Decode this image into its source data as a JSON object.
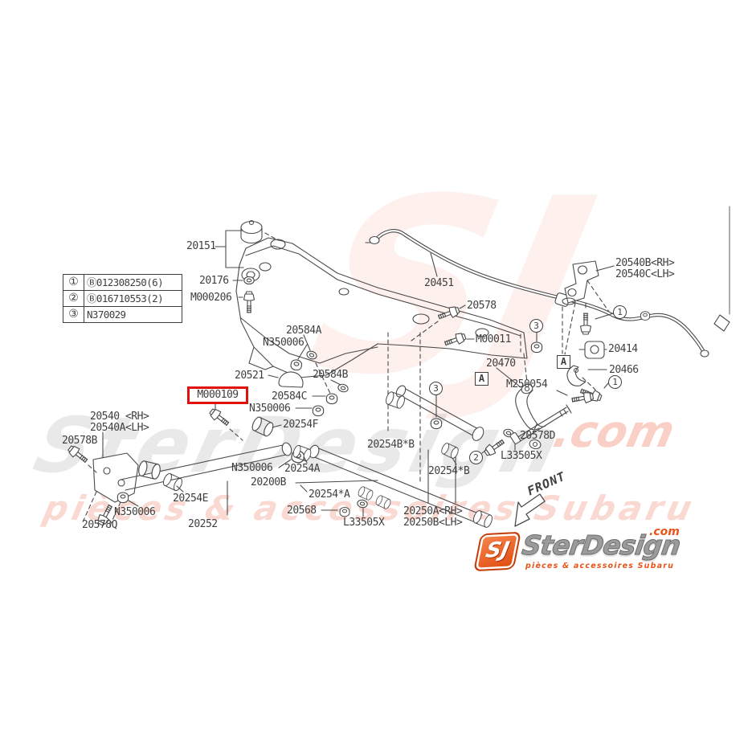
{
  "legend": {
    "rows": [
      {
        "num": "①",
        "part": "Ⓑ012308250(6)"
      },
      {
        "num": "②",
        "part": "Ⓑ016710553(2)"
      },
      {
        "num": "③",
        "part": "N370029"
      }
    ]
  },
  "labels": [
    {
      "text": "20151"
    },
    {
      "text": "20176"
    },
    {
      "text": "M000206"
    },
    {
      "text": "20584A"
    },
    {
      "text": "N350006"
    },
    {
      "text": "20521"
    },
    {
      "text": "20584B"
    },
    {
      "text": "20584C"
    },
    {
      "text": "N350006"
    },
    {
      "text": "20254F"
    },
    {
      "text": "20540 <RH>"
    },
    {
      "text": "20540A<LH>"
    },
    {
      "text": "20578B"
    },
    {
      "text": "20254E"
    },
    {
      "text": "N350006"
    },
    {
      "text": "20578Q"
    },
    {
      "text": "20252"
    },
    {
      "text": "N350006"
    },
    {
      "text": "20254A"
    },
    {
      "text": "20200B"
    },
    {
      "text": "20254*A"
    },
    {
      "text": "20568"
    },
    {
      "text": "L33505X"
    },
    {
      "text": "20254B*B"
    },
    {
      "text": "20250A<RH>"
    },
    {
      "text": "20250B<LH>"
    },
    {
      "text": "20254*B"
    },
    {
      "text": "M00011"
    },
    {
      "text": "20578"
    },
    {
      "text": "20451"
    },
    {
      "text": "20470"
    },
    {
      "text": "M250054"
    },
    {
      "text": "20578D"
    },
    {
      "text": "L33505X"
    },
    {
      "text": "20414"
    },
    {
      "text": "20466"
    },
    {
      "text": "20540B<RH>"
    },
    {
      "text": "20540C<LH>"
    }
  ],
  "highlight": {
    "text": "M000109",
    "color": "#e01210"
  },
  "markers": [
    {
      "n": "1"
    },
    {
      "n": "1"
    },
    {
      "n": "3"
    },
    {
      "n": "3"
    },
    {
      "n": "2"
    }
  ],
  "boxed": [
    {
      "t": "A"
    },
    {
      "t": "A"
    }
  ],
  "front_label": "FRONT",
  "watermark": {
    "monogram": "SJ",
    "name": "SterDesign",
    "tld": ".com",
    "tagline": "pièces & accessoires Subaru"
  },
  "logo": {
    "monogram": "SJ",
    "name": "SterDesign",
    "tld": ".com",
    "tagline": "pièces & accessoires Subaru"
  },
  "colors": {
    "line": "#4a4a4a",
    "highlight": "#e01210",
    "orange": "#e8541a"
  }
}
